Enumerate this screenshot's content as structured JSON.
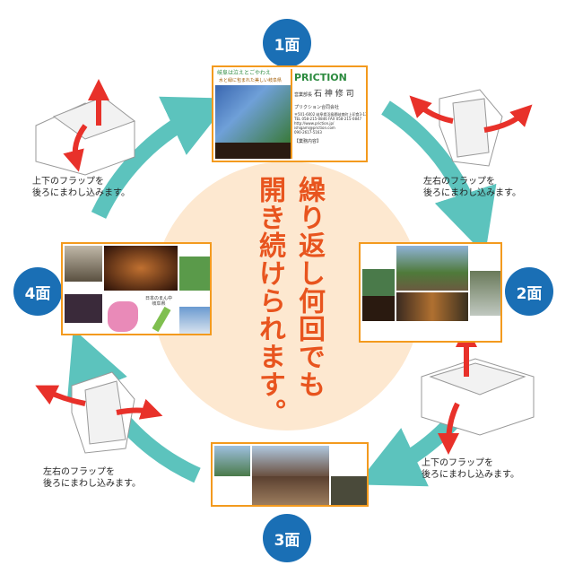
{
  "faces": {
    "f1": "1面",
    "f2": "2面",
    "f3": "3面",
    "f4": "4面"
  },
  "center_text": {
    "line1": "繰り返し何回でも",
    "line2": "開き続けられます。"
  },
  "captions": {
    "top_left": "上下のフラップを\n後ろにまわし込みます。",
    "top_right": "左右のフラップを\n後ろにまわし込みます。",
    "bottom_right": "上下のフラップを\n後ろにまわし込みます。",
    "bottom_left": "左右のフラップを\n後ろにまわし込みます。"
  },
  "card1": {
    "headline1": "岐阜は泣えとごやわえ",
    "headline2": "水と緑に包まれた美しい岐阜県",
    "logo": "PRICTION",
    "role": "営業部長",
    "name": "石 神 修 司",
    "company": "プリクション合同会社",
    "details": "〒501-6002 岐阜県羽島郡岐南町上印食3-134\nTEL 058-215-0846 FAX 058-215-0847\nhttp://www.priction.jp/\nishigami@priction.com\n090-2617-5163",
    "section": "【業務内容】"
  },
  "card4": {
    "map_title": "日本のまん中\n岐阜県"
  },
  "colors": {
    "accent": "#f39a1e",
    "badge": "#1a6fb5",
    "arrow": "#5cc3bd",
    "center": "#fde8d0",
    "text": "#e8541e",
    "flap_arrow": "#e8312a"
  }
}
